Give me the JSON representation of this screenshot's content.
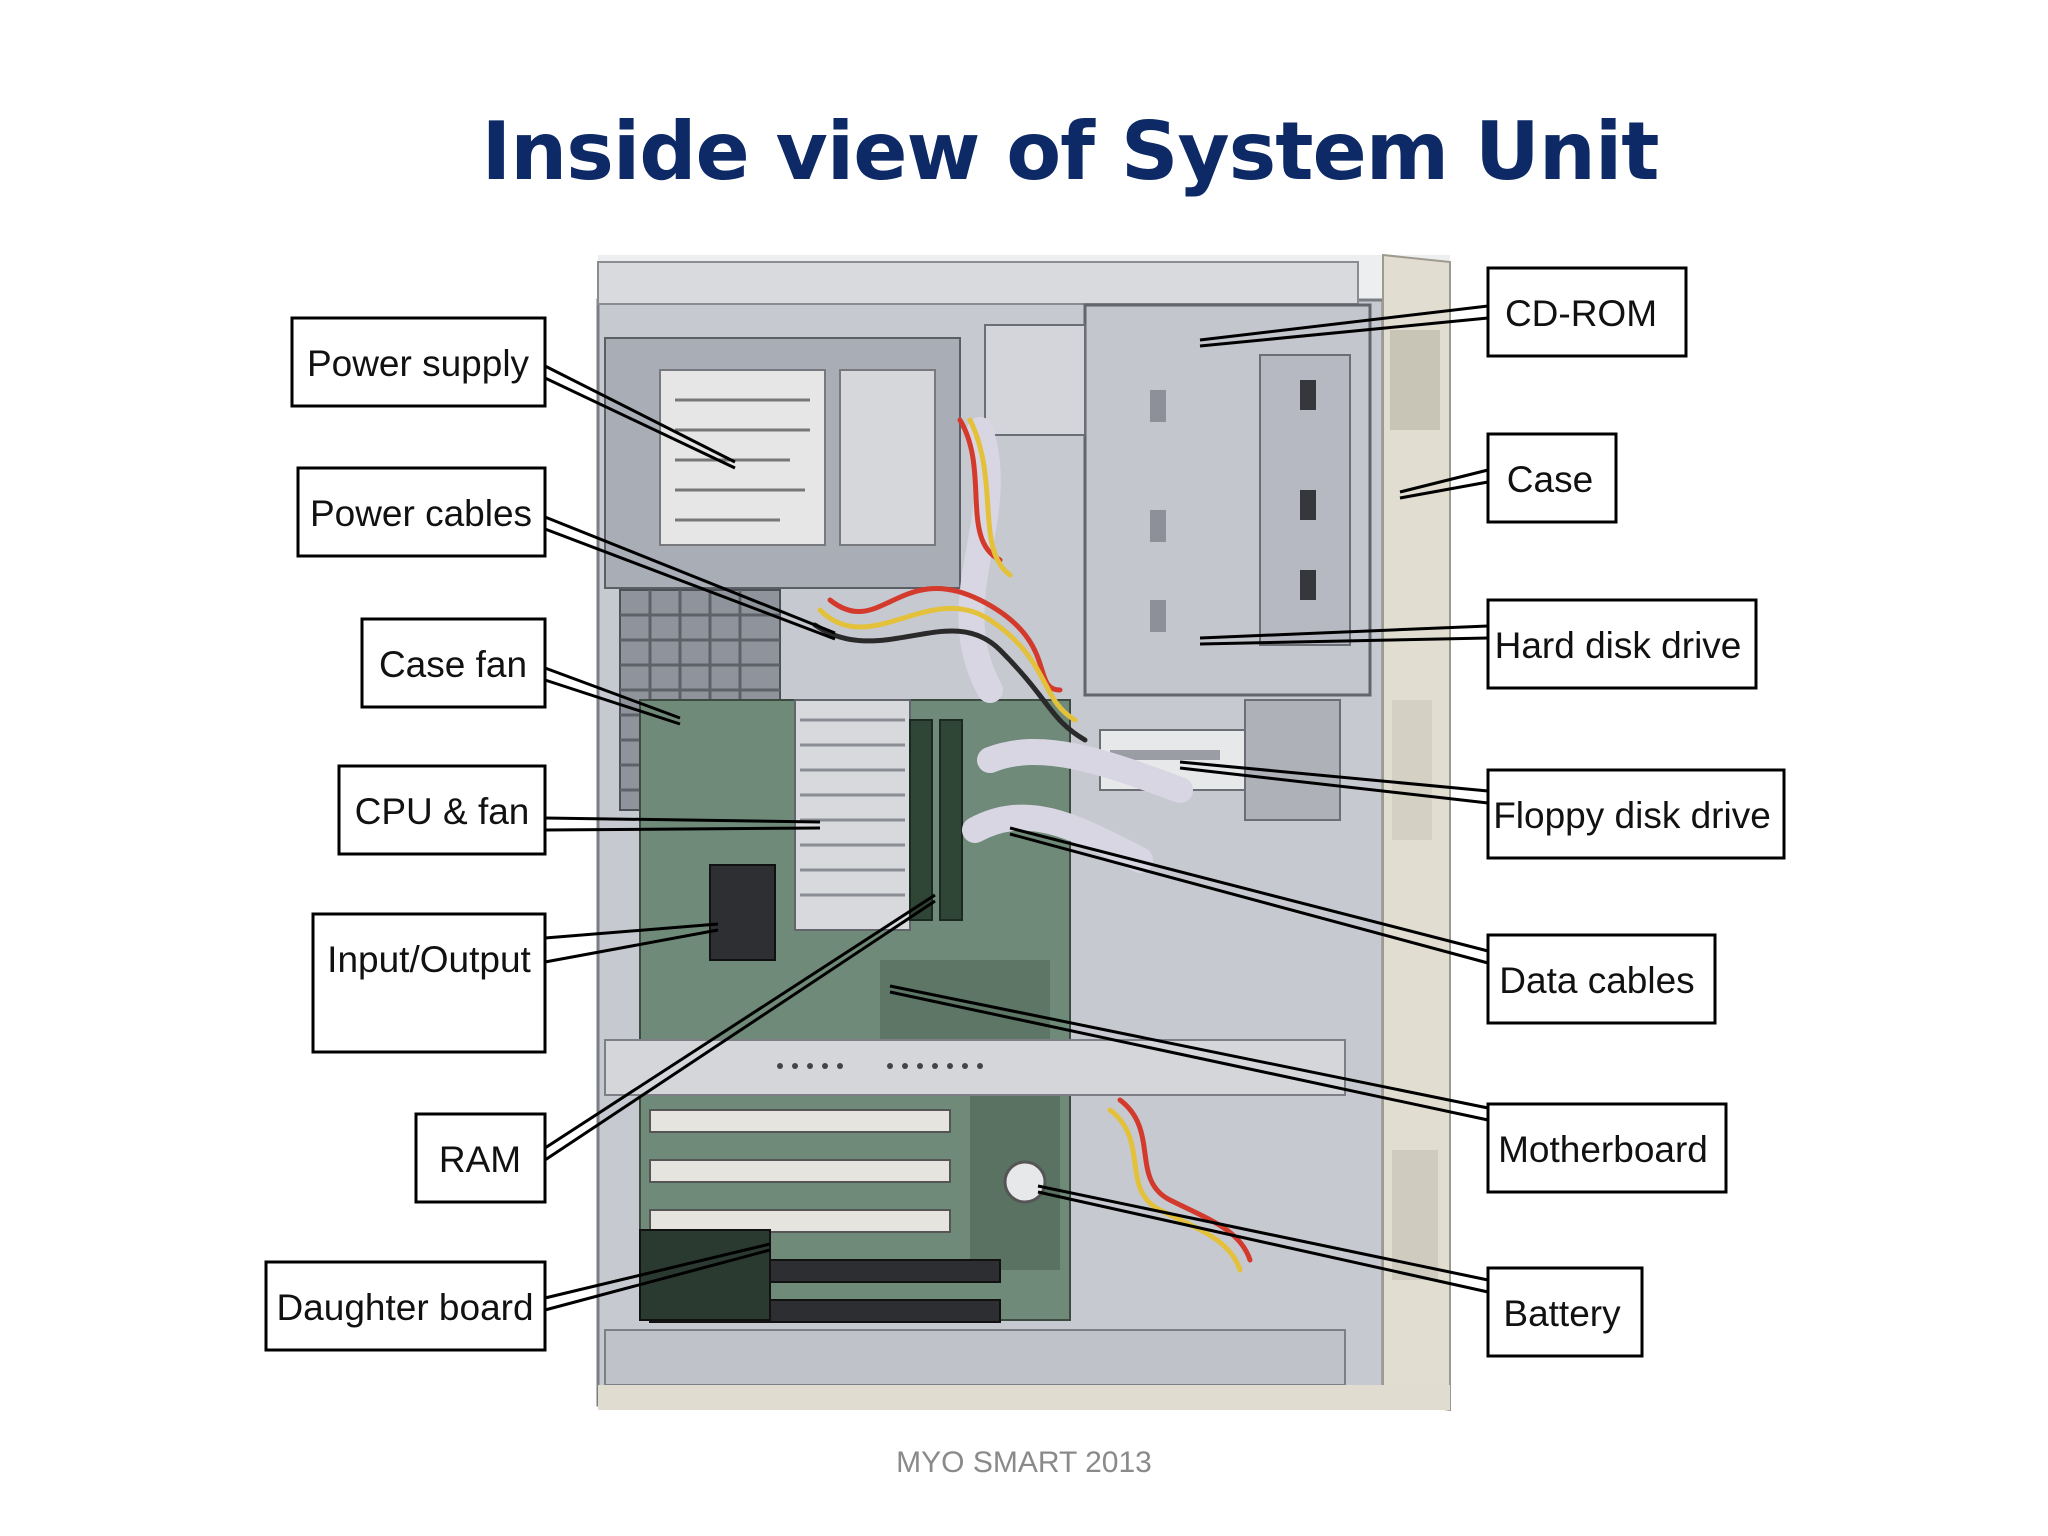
{
  "slide": {
    "title": "Inside view of System Unit",
    "footer": "MYO SMART 2013"
  },
  "labels": {
    "power_supply": "Power supply",
    "power_cables": "Power cables",
    "case_fan": "Case fan",
    "cpu_fan": "CPU & fan",
    "input_output": "Input/Output",
    "ram": "RAM",
    "daughter_board": "Daughter board",
    "cd_rom": "CD-ROM",
    "case": "Case",
    "hard_disk_drive": "Hard disk drive",
    "floppy_disk_drive": "Floppy disk drive",
    "data_cables": "Data cables",
    "motherboard": "Motherboard",
    "battery": "Battery"
  },
  "colors": {
    "title": "#0d2a66",
    "footer": "#8a8a8a",
    "case_metal": "#c9ccd3",
    "motherboard": "#6f8a78"
  }
}
